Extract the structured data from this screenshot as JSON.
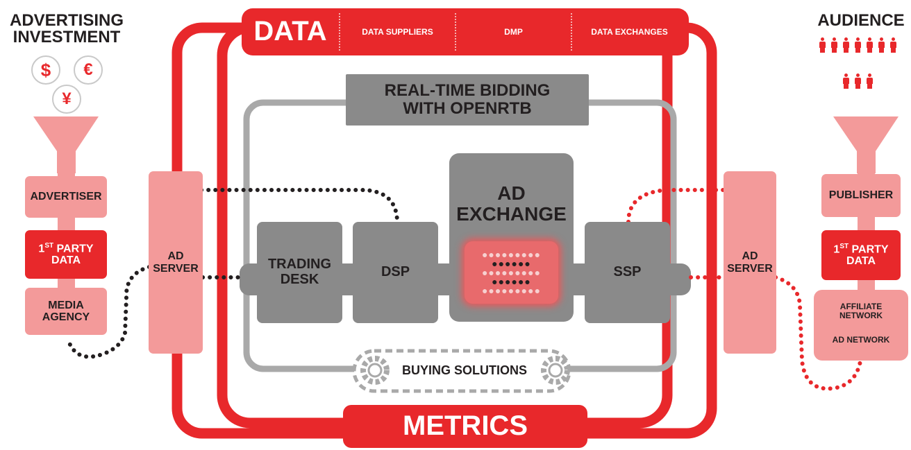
{
  "left": {
    "heading_line1": "ADVERTISING",
    "heading_line2": "INVESTMENT",
    "currency": [
      "$",
      "€",
      "¥"
    ],
    "advertiser": "ADVERTISER",
    "party_data_num": "1",
    "party_data_sup": "ST",
    "party_data_word": "PARTY",
    "party_data_line2": "DATA",
    "media_agency_line1": "MEDIA",
    "media_agency_line2": "AGENCY",
    "ad_server_line1": "AD",
    "ad_server_line2": "SERVER"
  },
  "right": {
    "heading": "AUDIENCE",
    "publisher": "PUBLISHER",
    "party_data_num": "1",
    "party_data_sup": "ST",
    "party_data_word": "PARTY",
    "party_data_line2": "DATA",
    "affiliate_line1": "AFFILIATE",
    "affiliate_line2": "NETWORK",
    "ad_network": "AD NETWORK",
    "ad_server_line1": "AD",
    "ad_server_line2": "SERVER"
  },
  "data_bar": {
    "title": "DATA",
    "items": [
      "DATA SUPPLIERS",
      "DMP",
      "DATA EXCHANGES"
    ]
  },
  "rtb": {
    "line1": "REAL-TIME BIDDING",
    "line2": "WITH OPENRTB"
  },
  "center": {
    "trading_desk_line1": "TRADING",
    "trading_desk_line2": "DESK",
    "dsp": "DSP",
    "ad_exchange_line1": "AD",
    "ad_exchange_line2": "EXCHANGE",
    "ssp": "SSP"
  },
  "buying_solutions": "BUYING SOLUTIONS",
  "metrics": "METRICS",
  "colors": {
    "red": "#e8282b",
    "pink": "#f39a9a",
    "grey": "#8a8a8a",
    "light_grey": "#a9a9a9",
    "text_dark": "#231f20"
  },
  "icons": {
    "audience": "person-icon",
    "currency": "coin-icon",
    "gear": "gear-icon",
    "funnel": "funnel-icon"
  }
}
